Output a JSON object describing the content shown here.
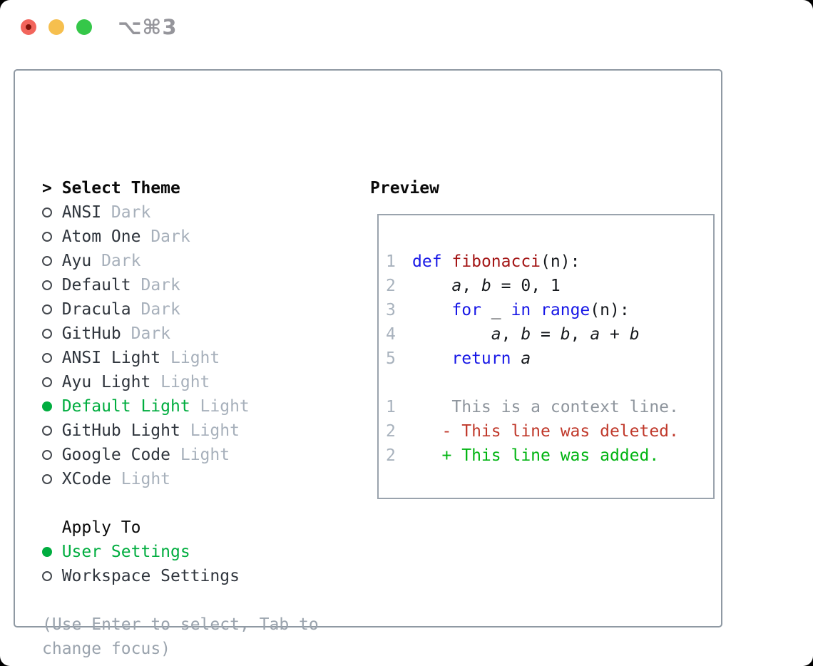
{
  "window": {
    "title": "⌥⌘3",
    "traffic_lights": [
      {
        "name": "close",
        "color": "#f2655c",
        "dot": "#7f130a"
      },
      {
        "name": "minimize",
        "color": "#f6bf4e"
      },
      {
        "name": "zoom",
        "color": "#35c749"
      }
    ]
  },
  "theme_selector": {
    "header_prefix": ">",
    "header": "Select Theme",
    "themes": [
      {
        "name": "ANSI",
        "variant": "Dark",
        "selected": false
      },
      {
        "name": "Atom One",
        "variant": "Dark",
        "selected": false
      },
      {
        "name": "Ayu",
        "variant": "Dark",
        "selected": false
      },
      {
        "name": "Default",
        "variant": "Dark",
        "selected": false
      },
      {
        "name": "Dracula",
        "variant": "Dark",
        "selected": false
      },
      {
        "name": "GitHub",
        "variant": "Dark",
        "selected": false
      },
      {
        "name": "ANSI Light",
        "variant": "Light",
        "selected": false
      },
      {
        "name": "Ayu Light",
        "variant": "Light",
        "selected": false
      },
      {
        "name": "Default Light",
        "variant": "Light",
        "selected": true
      },
      {
        "name": "GitHub Light",
        "variant": "Light",
        "selected": false
      },
      {
        "name": "Google Code",
        "variant": "Light",
        "selected": false
      },
      {
        "name": "XCode",
        "variant": "Light",
        "selected": false
      }
    ],
    "apply_to": {
      "label": "Apply To",
      "options": [
        {
          "label": "User Settings",
          "selected": true
        },
        {
          "label": "Workspace Settings",
          "selected": false
        }
      ]
    },
    "hint_lines": [
      "(Use Enter to select, Tab to",
      "change focus)"
    ]
  },
  "preview": {
    "title": "Preview",
    "code_lines": [
      {
        "num": "1",
        "tokens": [
          {
            "t": "def",
            "c": "kw"
          },
          {
            "t": " "
          },
          {
            "t": "fibonacci",
            "c": "fn"
          },
          {
            "t": "(n):"
          }
        ]
      },
      {
        "num": "2",
        "tokens": [
          {
            "t": "    "
          },
          {
            "t": "a",
            "c": "v"
          },
          {
            "t": ", "
          },
          {
            "t": "b",
            "c": "v"
          },
          {
            "t": " = 0, 1"
          }
        ]
      },
      {
        "num": "3",
        "tokens": [
          {
            "t": "    "
          },
          {
            "t": "for",
            "c": "kw"
          },
          {
            "t": " _ "
          },
          {
            "t": "in",
            "c": "kw"
          },
          {
            "t": " "
          },
          {
            "t": "range",
            "c": "kw"
          },
          {
            "t": "(n):"
          }
        ]
      },
      {
        "num": "4",
        "tokens": [
          {
            "t": "        "
          },
          {
            "t": "a",
            "c": "v"
          },
          {
            "t": ", "
          },
          {
            "t": "b",
            "c": "v"
          },
          {
            "t": " = "
          },
          {
            "t": "b",
            "c": "v"
          },
          {
            "t": ", "
          },
          {
            "t": "a",
            "c": "v"
          },
          {
            "t": " + "
          },
          {
            "t": "b",
            "c": "v"
          }
        ]
      },
      {
        "num": "5",
        "tokens": [
          {
            "t": "    "
          },
          {
            "t": "return",
            "c": "kw"
          },
          {
            "t": " "
          },
          {
            "t": "a",
            "c": "v"
          }
        ]
      }
    ],
    "diff_lines": [
      {
        "num": "1",
        "type": "context",
        "text": "    This is a context line."
      },
      {
        "num": "2",
        "type": "deleted",
        "text": "   - This line was deleted."
      },
      {
        "num": "2",
        "type": "added",
        "text": "   + This line was added."
      }
    ]
  },
  "colors": {
    "selected_green": "#00ad3f",
    "added_green": "#00b411",
    "deleted_red": "#c0392b",
    "keyword_blue": "#1717e6",
    "function_red": "#a31515",
    "line_number_gray": "#a8b2bd",
    "variant_gray": "#a7b0bb",
    "hint_gray": "#9aa3ad",
    "panel_border": "#8f99a3",
    "title_gray": "#95959b"
  }
}
